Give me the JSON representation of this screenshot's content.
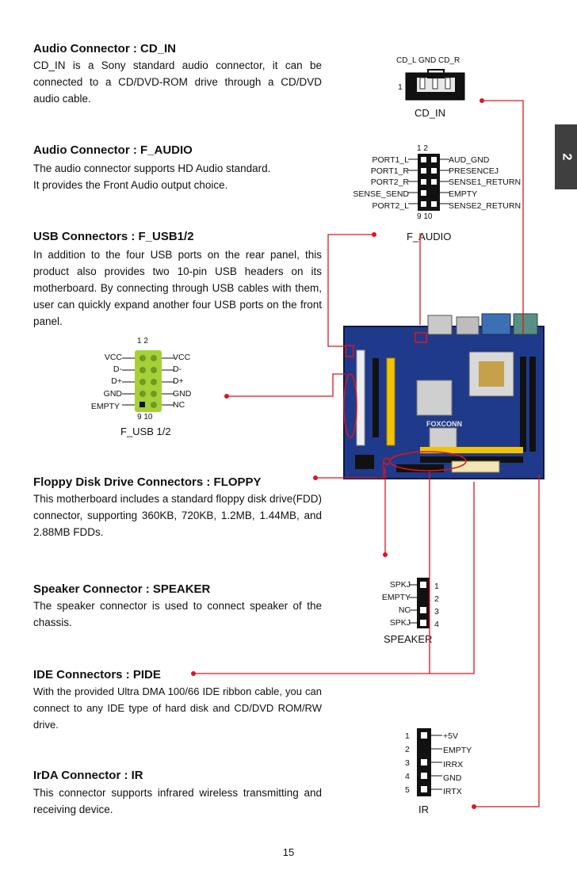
{
  "page_number": "15",
  "chapter_tab": "2",
  "sections": [
    {
      "title": "Audio Connector : CD_IN",
      "body": "CD_IN is a Sony standard audio connector, it can be connected to a CD/DVD-ROM drive through a CD/DVD audio cable."
    },
    {
      "title": "Audio Connector : F_AUDIO",
      "body": "The audio connector supports HD Audio standard.",
      "body2": "It provides the Front Audio output choice."
    },
    {
      "title": "USB Connectors : F_USB1/2",
      "body": "In addition to the four USB ports on the rear panel, this product also provides two 10-pin USB headers on its motherboard. By connecting through USB cables with them, user can quickly expand another four USB ports on the front panel."
    },
    {
      "title": "Floppy Disk Drive Connectors : FLOPPY",
      "body": "This motherboard includes a standard floppy disk drive(FDD) connector, supporting 360KB, 720KB, 1.2MB, 1.44MB, and 2.88MB FDDs."
    },
    {
      "title": "Speaker Connector : SPEAKER",
      "body": "The speaker connector is used to connect speaker of the chassis."
    },
    {
      "title": "IDE Connectors : PIDE",
      "body": "With the provided Ultra DMA 100/66 IDE ribbon cable, you can connect to any IDE type of hard disk and CD/DVD ROM/RW drive."
    },
    {
      "title": "IrDA Connector : IR",
      "body": "This connector supports infrared wireless transmitting and receiving device."
    }
  ],
  "cd_in": {
    "caption": "CD_IN",
    "top_labels": "CD_L  GND  CD_R",
    "pin1": "1"
  },
  "f_audio": {
    "caption": "F_AUDIO",
    "top_pins": "1   2",
    "bottom_pins": "9   10",
    "left": [
      "PORT1_L",
      "PORT1_R",
      "PORT2_R",
      "SENSE_SEND",
      "PORT2_L"
    ],
    "right": [
      "AUD_GND",
      "PRESENCEJ",
      "SENSE1_RETURN",
      "EMPTY",
      "SENSE2_RETURN"
    ]
  },
  "f_usb": {
    "caption": "F_USB 1/2",
    "top_pins": "1   2",
    "bottom_pins": "9   10",
    "left": [
      "VCC",
      "D-",
      "D+",
      "GND",
      "EMPTY"
    ],
    "right": [
      "VCC",
      "D-",
      "D+",
      "GND",
      "NC"
    ]
  },
  "speaker": {
    "caption": "SPEAKER",
    "left": [
      "SPKJ",
      "EMPTY",
      "NC",
      "SPKJ"
    ],
    "pins": [
      "1",
      "2",
      "3",
      "4"
    ]
  },
  "ir": {
    "caption": "IR",
    "pins": [
      "1",
      "2",
      "3",
      "4",
      "5"
    ],
    "right": [
      "+5V",
      "EMPTY",
      "IRRX",
      "GND",
      "IRTX"
    ]
  },
  "board": {
    "logo": "FOXCONN"
  },
  "colors": {
    "accent_red": "#e0141e",
    "header_green": "#9acd32",
    "board_blue": "#1f3a8a",
    "tab_gray": "#3f3f3f"
  }
}
